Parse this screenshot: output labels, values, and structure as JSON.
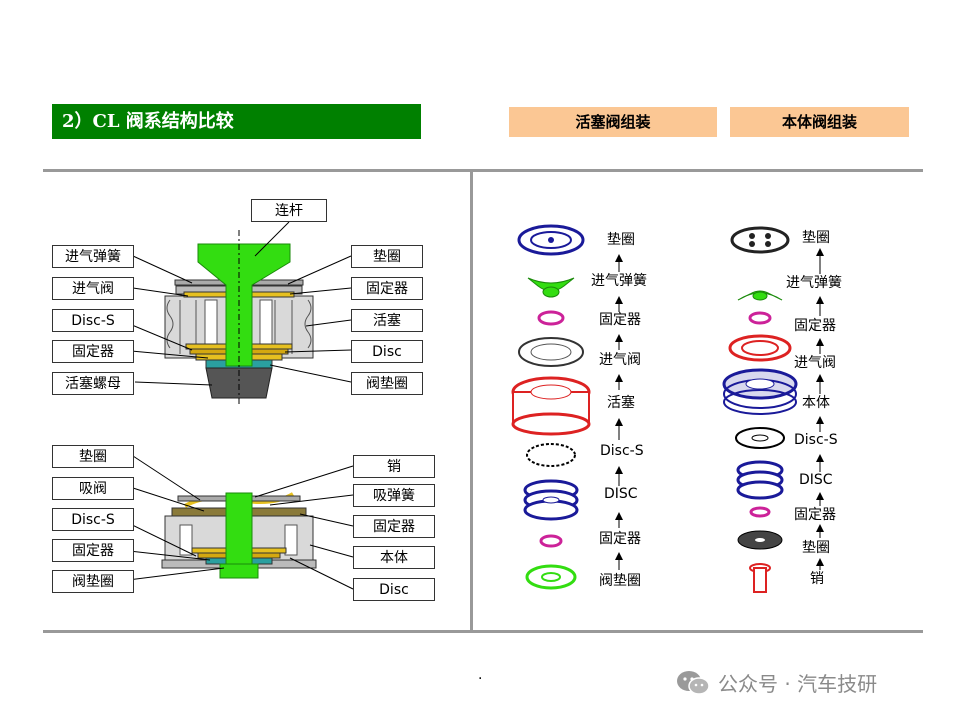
{
  "title": "2）CL 阀系结构比较",
  "headers": {
    "piston_assembly": "活塞阀组装",
    "body_assembly": "本体阀组装"
  },
  "piston_valve_labels": {
    "rod": "连杆",
    "washer": "垫圈",
    "intake_spring": "进气弹簧",
    "retainer_top": "固定器",
    "intake_valve": "进气阀",
    "piston": "活塞",
    "disc_s": "Disc-S",
    "disc": "Disc",
    "retainer": "固定器",
    "valve_washer": "阀垫圈",
    "piston_nut": "活塞螺母"
  },
  "body_valve_labels": {
    "washer": "垫圈",
    "pin": "销",
    "suction_valve": "吸阀",
    "suction_spring": "吸弹簧",
    "disc_s": "Disc-S",
    "retainer_right": "固定器",
    "retainer": "固定器",
    "body": "本体",
    "valve_washer": "阀垫圈",
    "disc": "Disc"
  },
  "piston_exploded": [
    "垫圈",
    "进气弹簧",
    "固定器",
    "进气阀",
    "活塞",
    "Disc-S",
    "DISC",
    "固定器",
    "阀垫圈"
  ],
  "body_exploded": [
    "垫圈",
    "进气弹簧",
    "固定器",
    "进气阀",
    "本体",
    "Disc-S",
    "DISC",
    "固定器",
    "垫圈",
    "销"
  ],
  "footer_dot": ".",
  "watermark": "公众号 · 汽车技研",
  "colors": {
    "title_bg": "#008000",
    "header_bg": "#fbc794",
    "rod_green": "#33dd11",
    "blue": "#1a1a99",
    "red": "#dd2222",
    "magenta": "#cc2299"
  }
}
